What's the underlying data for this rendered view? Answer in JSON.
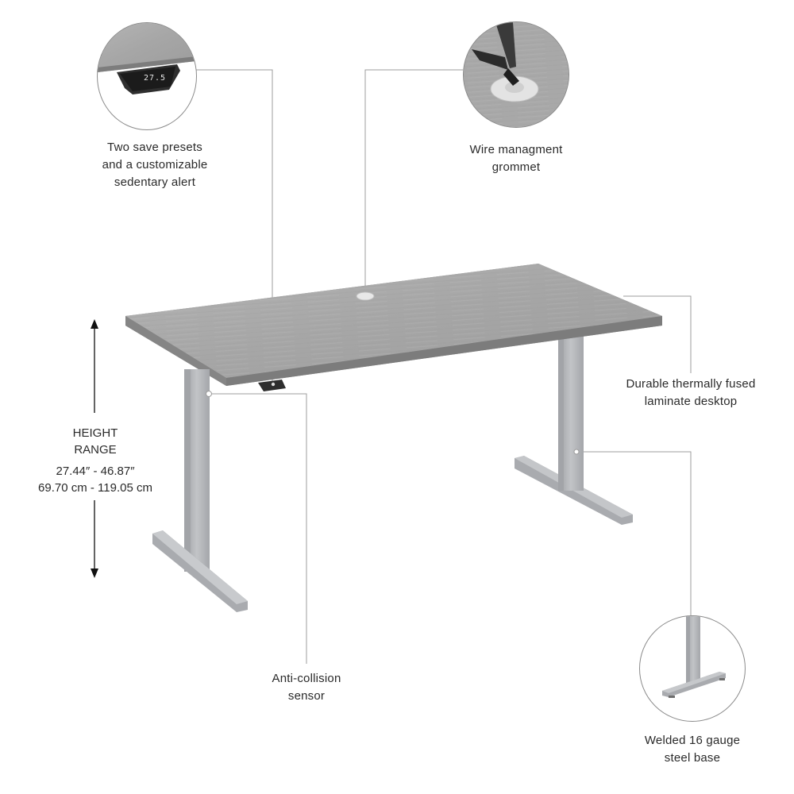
{
  "callouts": {
    "presets": {
      "lines": [
        "Two save presets",
        "and a customizable",
        "sedentary alert"
      ],
      "display_readout": "27.5"
    },
    "grommet": {
      "lines": [
        "Wire managment",
        "grommet"
      ]
    },
    "laminate": {
      "lines": [
        "Durable thermally fused",
        "laminate desktop"
      ]
    },
    "sensor": {
      "lines": [
        "Anti-collision",
        "sensor"
      ]
    },
    "base": {
      "lines": [
        "Welded 16 gauge",
        "steel base"
      ]
    }
  },
  "height_range": {
    "title_lines": [
      "HEIGHT",
      "RANGE"
    ],
    "inches": "27.44″ - 46.87″",
    "cm": "69.70 cm - 119.05 cm"
  },
  "colors": {
    "desktop_top": "#a9a9a9",
    "desktop_edge": "#8f8f8f",
    "frame": "#b3b5b8",
    "frame_dark": "#8e9094",
    "leader": "#9c9c9c",
    "text": "#2a2a2a"
  }
}
